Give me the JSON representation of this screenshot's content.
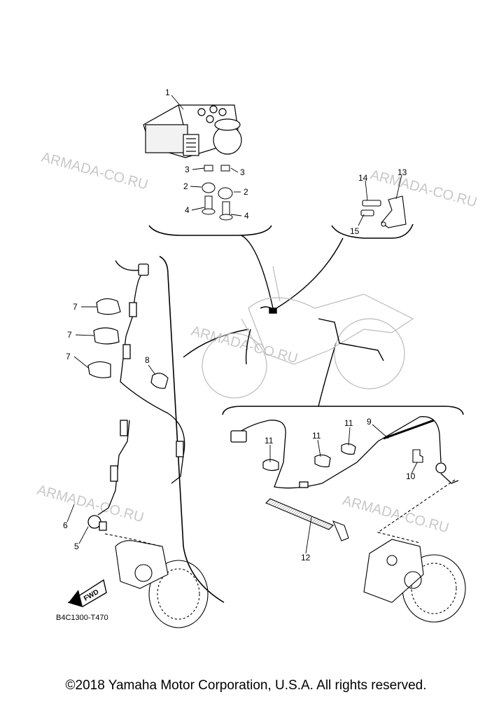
{
  "diagram": {
    "code": "B4C1300-T470",
    "copyright": "©2018 Yamaha Motor Corporation, U.S.A. All rights reserved.",
    "watermark": "ARMADA-CO.RU",
    "fwd_label": "FWD",
    "callouts": [
      {
        "id": "c1",
        "label": "1"
      },
      {
        "id": "c3a",
        "label": "3"
      },
      {
        "id": "c3b",
        "label": "3"
      },
      {
        "id": "c2a",
        "label": "2"
      },
      {
        "id": "c2b",
        "label": "2"
      },
      {
        "id": "c4a",
        "label": "4"
      },
      {
        "id": "c4b",
        "label": "4"
      },
      {
        "id": "c13",
        "label": "13"
      },
      {
        "id": "c14",
        "label": "14"
      },
      {
        "id": "c15",
        "label": "15"
      },
      {
        "id": "c7a",
        "label": "7"
      },
      {
        "id": "c7b",
        "label": "7"
      },
      {
        "id": "c7c",
        "label": "7"
      },
      {
        "id": "c8",
        "label": "8"
      },
      {
        "id": "c6",
        "label": "6"
      },
      {
        "id": "c5",
        "label": "5"
      },
      {
        "id": "c9",
        "label": "9"
      },
      {
        "id": "c11a",
        "label": "11"
      },
      {
        "id": "c11b",
        "label": "11"
      },
      {
        "id": "c11c",
        "label": "11"
      },
      {
        "id": "c10",
        "label": "10"
      },
      {
        "id": "c12",
        "label": "12"
      }
    ]
  }
}
